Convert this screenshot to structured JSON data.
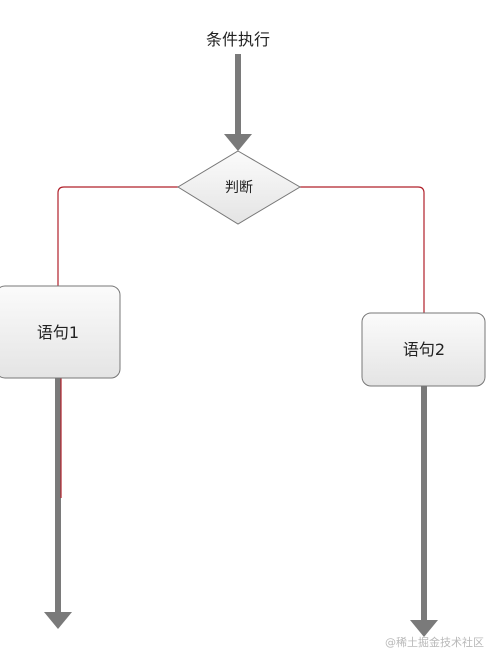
{
  "diagram": {
    "start_label": "条件执行",
    "decision_label": "判断",
    "statement1_label": "语句1",
    "statement2_label": "语句2"
  },
  "watermark": {
    "text": "@稀土掘金技术社区"
  },
  "colors": {
    "arrow": "#7a7a7a",
    "branch_line": "#b0202a",
    "node_fill_top": "#fbfbfb",
    "node_fill_bottom": "#e4e4e4",
    "node_stroke": "#777777"
  }
}
